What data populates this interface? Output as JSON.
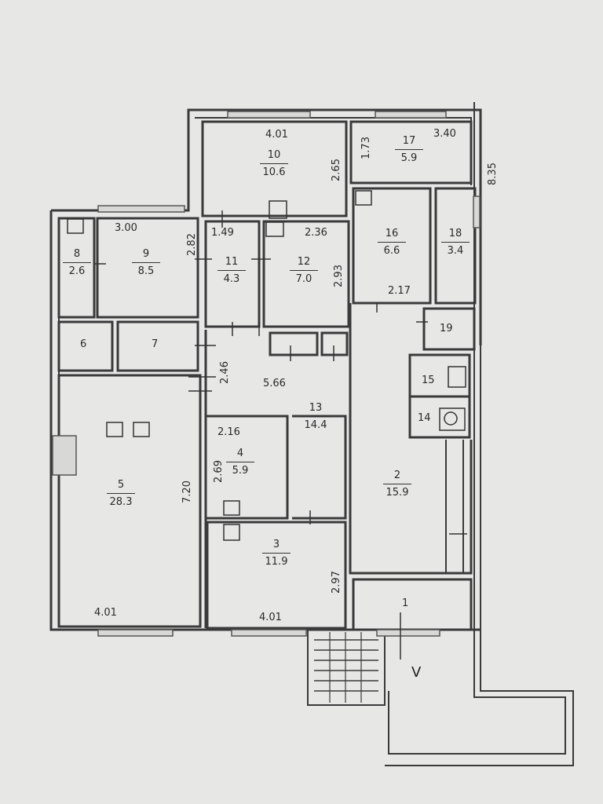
{
  "rooms": [
    {
      "id": "1",
      "number": "1",
      "area": ""
    },
    {
      "id": "2",
      "number": "2",
      "area": "15.9"
    },
    {
      "id": "3",
      "number": "3",
      "area": "11.9"
    },
    {
      "id": "4",
      "number": "4",
      "area": "5.9"
    },
    {
      "id": "5",
      "number": "5",
      "area": "28.3"
    },
    {
      "id": "6",
      "number": "6",
      "area": ""
    },
    {
      "id": "7",
      "number": "7",
      "area": ""
    },
    {
      "id": "8",
      "number": "8",
      "area": "2.6"
    },
    {
      "id": "9",
      "number": "9",
      "area": "8.5"
    },
    {
      "id": "10",
      "number": "10",
      "area": "10.6"
    },
    {
      "id": "11",
      "number": "11",
      "area": "4.3"
    },
    {
      "id": "12",
      "number": "12",
      "area": "7.0"
    },
    {
      "id": "13",
      "number": "13",
      "area": "14.4"
    },
    {
      "id": "14",
      "number": "14",
      "area": ""
    },
    {
      "id": "15",
      "number": "15",
      "area": ""
    },
    {
      "id": "16",
      "number": "16",
      "area": "6.6"
    },
    {
      "id": "17",
      "number": "17",
      "area": "5.9"
    },
    {
      "id": "18",
      "number": "18",
      "area": "3.4"
    },
    {
      "id": "19",
      "number": "19",
      "area": ""
    }
  ],
  "dimensions": {
    "d10_width": "4.01",
    "d10_height": "2.65",
    "d17_height": "1.73",
    "d17_width": "3.40",
    "d_outer_right": "8.35",
    "d9_width": "3.00",
    "d9_height": "2.82",
    "d11_width": "1.49",
    "d12_width": "2.36",
    "d12_height": "2.93",
    "d16_width": "2.17",
    "d13_len": "5.66",
    "d13_height": "2.46",
    "d4_width": "2.16",
    "d4_height": "2.69",
    "d5_height": "7.20",
    "d5_width": "4.01",
    "d3_width": "4.01",
    "d3_height": "2.97"
  },
  "entrance_mark": "V"
}
